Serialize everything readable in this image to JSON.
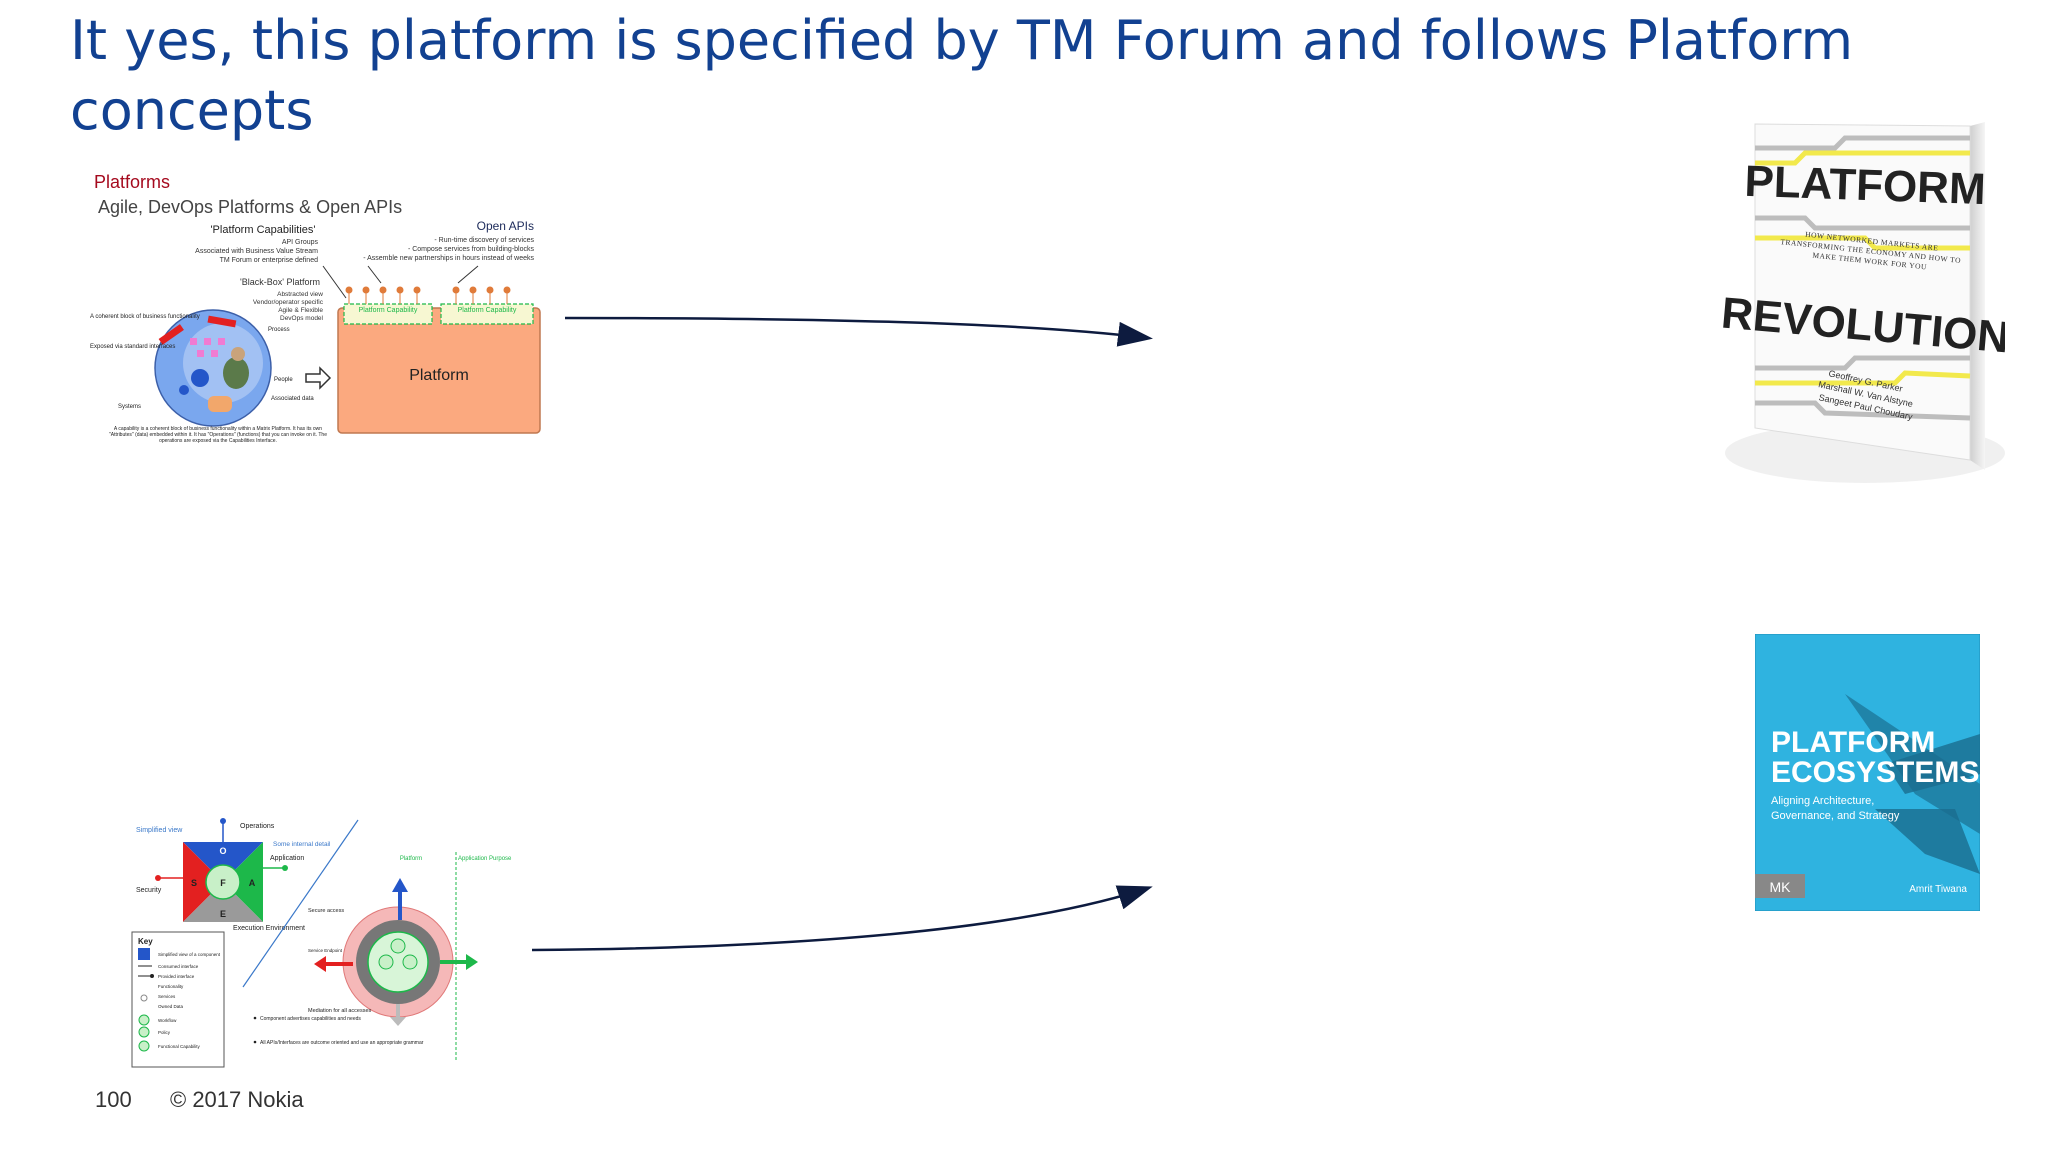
{
  "slide": {
    "title": "It yes, this platform is specified by TM Forum and follows Platform concepts",
    "page_number": "100",
    "copyright": "© 2017 Nokia"
  },
  "diagram_top": {
    "heading": "Platforms",
    "subheading": "Agile, DevOps Platforms & Open APIs",
    "capabilities_title": "'Platform Capabilities'",
    "capabilities_lines": [
      "API Groups",
      "Associated with Business Value Stream",
      "TM Forum or enterprise defined"
    ],
    "blackbox_title": "'Black-Box' Platform",
    "blackbox_lines": [
      "Abstracted view",
      "Vendor/operator specific",
      "Agile & Flexible",
      "DevOps model"
    ],
    "openapis_title": "Open APIs",
    "openapis_lines": [
      "- Run-time discovery of services",
      "- Compose services from building-blocks",
      "- Assemble new partnerships in hours instead of weeks"
    ],
    "platform_label": "Platform",
    "capability_label_1": "Platform Capability",
    "capability_label_2": "Platform Capability",
    "circle_labels": [
      "A coherent block of business functionality",
      "Exposed via standard interfaces",
      "Systems",
      "Process",
      "People",
      "Associated data"
    ],
    "footnote": "A capability is a coherent block of business functionality within a Matrix Platform. It has its own \"Attributes\" (data) embedded within it. It has \"Operations\" (functions) that you can invoke on it. The operations are exposed via the Capabilities Interface."
  },
  "diagram_bottom": {
    "simplified_view": "Simplified view",
    "operations": "Operations",
    "application": "Application",
    "security": "Security",
    "execution_environment": "Execution Environment",
    "letters": [
      "O",
      "S",
      "F",
      "A",
      "E"
    ],
    "some_internal_detail": "Some internal detail",
    "platform": "Platform",
    "application_purpose": "Application Purpose",
    "secure_access": "Secure access",
    "service_endpoint": "Service Endpoint",
    "mediation": "Mediation for all accesses",
    "bullets": [
      "Component advertises capabilities and needs",
      "All APIs/Interfaces are outcome oriented and use an appropriate grammar"
    ],
    "key_title": "Key",
    "key_items": [
      "Simplified view of a component",
      "Consumed interface",
      "Provided interface",
      "Functionality",
      "Services",
      "Owned Data",
      "Workflow",
      "Policy",
      "Functional Capability"
    ]
  },
  "book_top": {
    "title_1": "PLATFORM",
    "subtitle": "HOW NETWORKED MARKETS ARE TRANSFORMING THE ECONOMY AND HOW TO MAKE THEM WORK FOR YOU",
    "title_2": "REVOLUTION",
    "authors": [
      "Geoffrey G. Parker",
      "Marshall W. Van Alstyne",
      "Sangeet Paul Choudary"
    ]
  },
  "book_bottom": {
    "title_1": "PLATFORM",
    "title_2": "ECOSYSTEMS",
    "subtitle_1": "Aligning Architecture,",
    "subtitle_2": "Governance, and Strategy",
    "publisher": "MK",
    "author": "Amrit Tiwana"
  },
  "colors": {
    "title_blue": "#124191",
    "heading_red": "#a50a1e",
    "platform_orange": "#fba97f",
    "capability_green": "#1db84a",
    "book_blue": "#2fb3e0"
  }
}
